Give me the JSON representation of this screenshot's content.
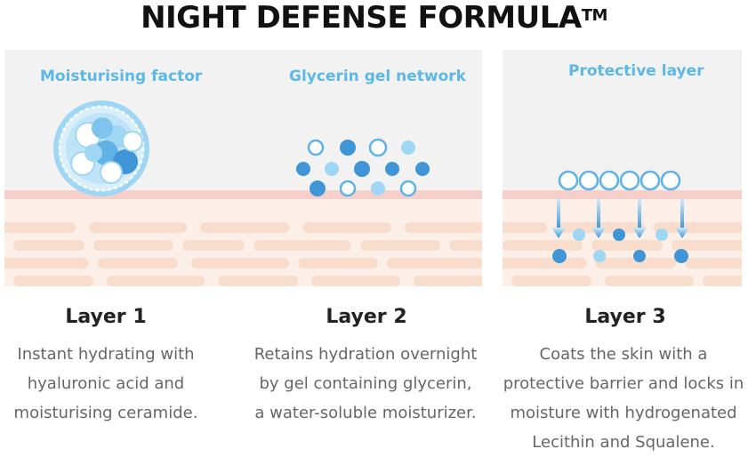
{
  "title": {
    "text": "NIGHT DEFENSE FORMULA",
    "trademark": "TM"
  },
  "panels": [
    {
      "label": "Moisturising factor"
    },
    {
      "label": "Glycerin gel network"
    },
    {
      "label": "Protective layer"
    }
  ],
  "layers": [
    {
      "title": "Layer 1",
      "lines": [
        "Instant hydrating with",
        "hyaluronic acid and",
        "moisturising ceramide."
      ]
    },
    {
      "title": "Layer 2",
      "lines": [
        "Retains hydration overnight",
        "by gel containing glycerin,",
        "a water-soluble moisturizer."
      ]
    },
    {
      "title": "Layer 3",
      "lines": [
        "Coats the skin with a",
        "protective barrier and locks in",
        "moisture with hydrogenated",
        "Lecithin and Squalene."
      ]
    }
  ],
  "colors": {
    "accent_blue": "#5cb8e8",
    "dark_blue": "#3f95d6",
    "light_blue": "#9fd6f3",
    "skin_line": "#f6cfcb",
    "skin_body": "#fcefe7",
    "skin_cell": "#f8dccc",
    "panel_bg": "#f2f2f2"
  }
}
